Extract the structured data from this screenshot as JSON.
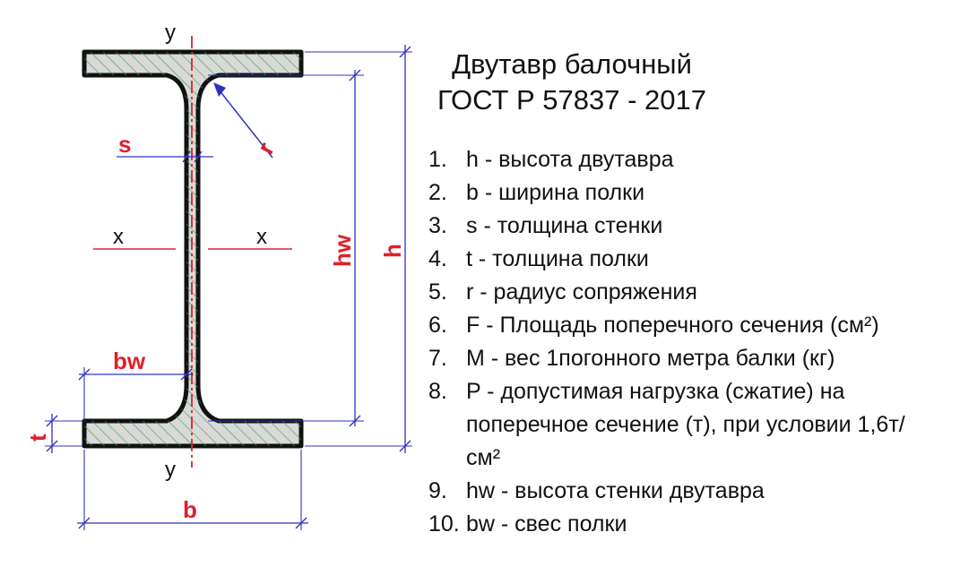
{
  "title": {
    "line1": "Двутавр балочный",
    "line2": "ГОСТ Р 57837 - 2017"
  },
  "labels": {
    "y_top": "y",
    "y_bottom": "y",
    "x_left": "x",
    "x_right": "x",
    "s": "s",
    "r": "r",
    "hw": "hw",
    "h": "h",
    "bw": "bw",
    "t": "t",
    "b": "b"
  },
  "legend": [
    {
      "num": "1.",
      "text": "h - высота двутавра"
    },
    {
      "num": "2.",
      "text": "b - ширина полки"
    },
    {
      "num": "3.",
      "text": "s - толщина стенки"
    },
    {
      "num": "4.",
      "text": "t - толщина полки"
    },
    {
      "num": "5.",
      "text": "r - радиус сопряжения"
    },
    {
      "num": "6.",
      "text": "F - Площадь поперечного сечения (см²)"
    },
    {
      "num": "7.",
      "text": "M - вес 1погонного метра балки (кг)"
    },
    {
      "num": "8.",
      "text": "P - допустимая нагрузка (сжатие) на поперечное сечение (т), при условии 1,6т/см²"
    },
    {
      "num": "9.",
      "text": "hw - высота стенки двутавра"
    },
    {
      "num": "10.",
      "text": "bw - свес полки"
    }
  ],
  "colors": {
    "outline": "#111111",
    "fill": "#d9d9d9",
    "hatch": "#3aa04a",
    "axis_red": "#e0202a",
    "dimension_blue": "#3030c0"
  }
}
